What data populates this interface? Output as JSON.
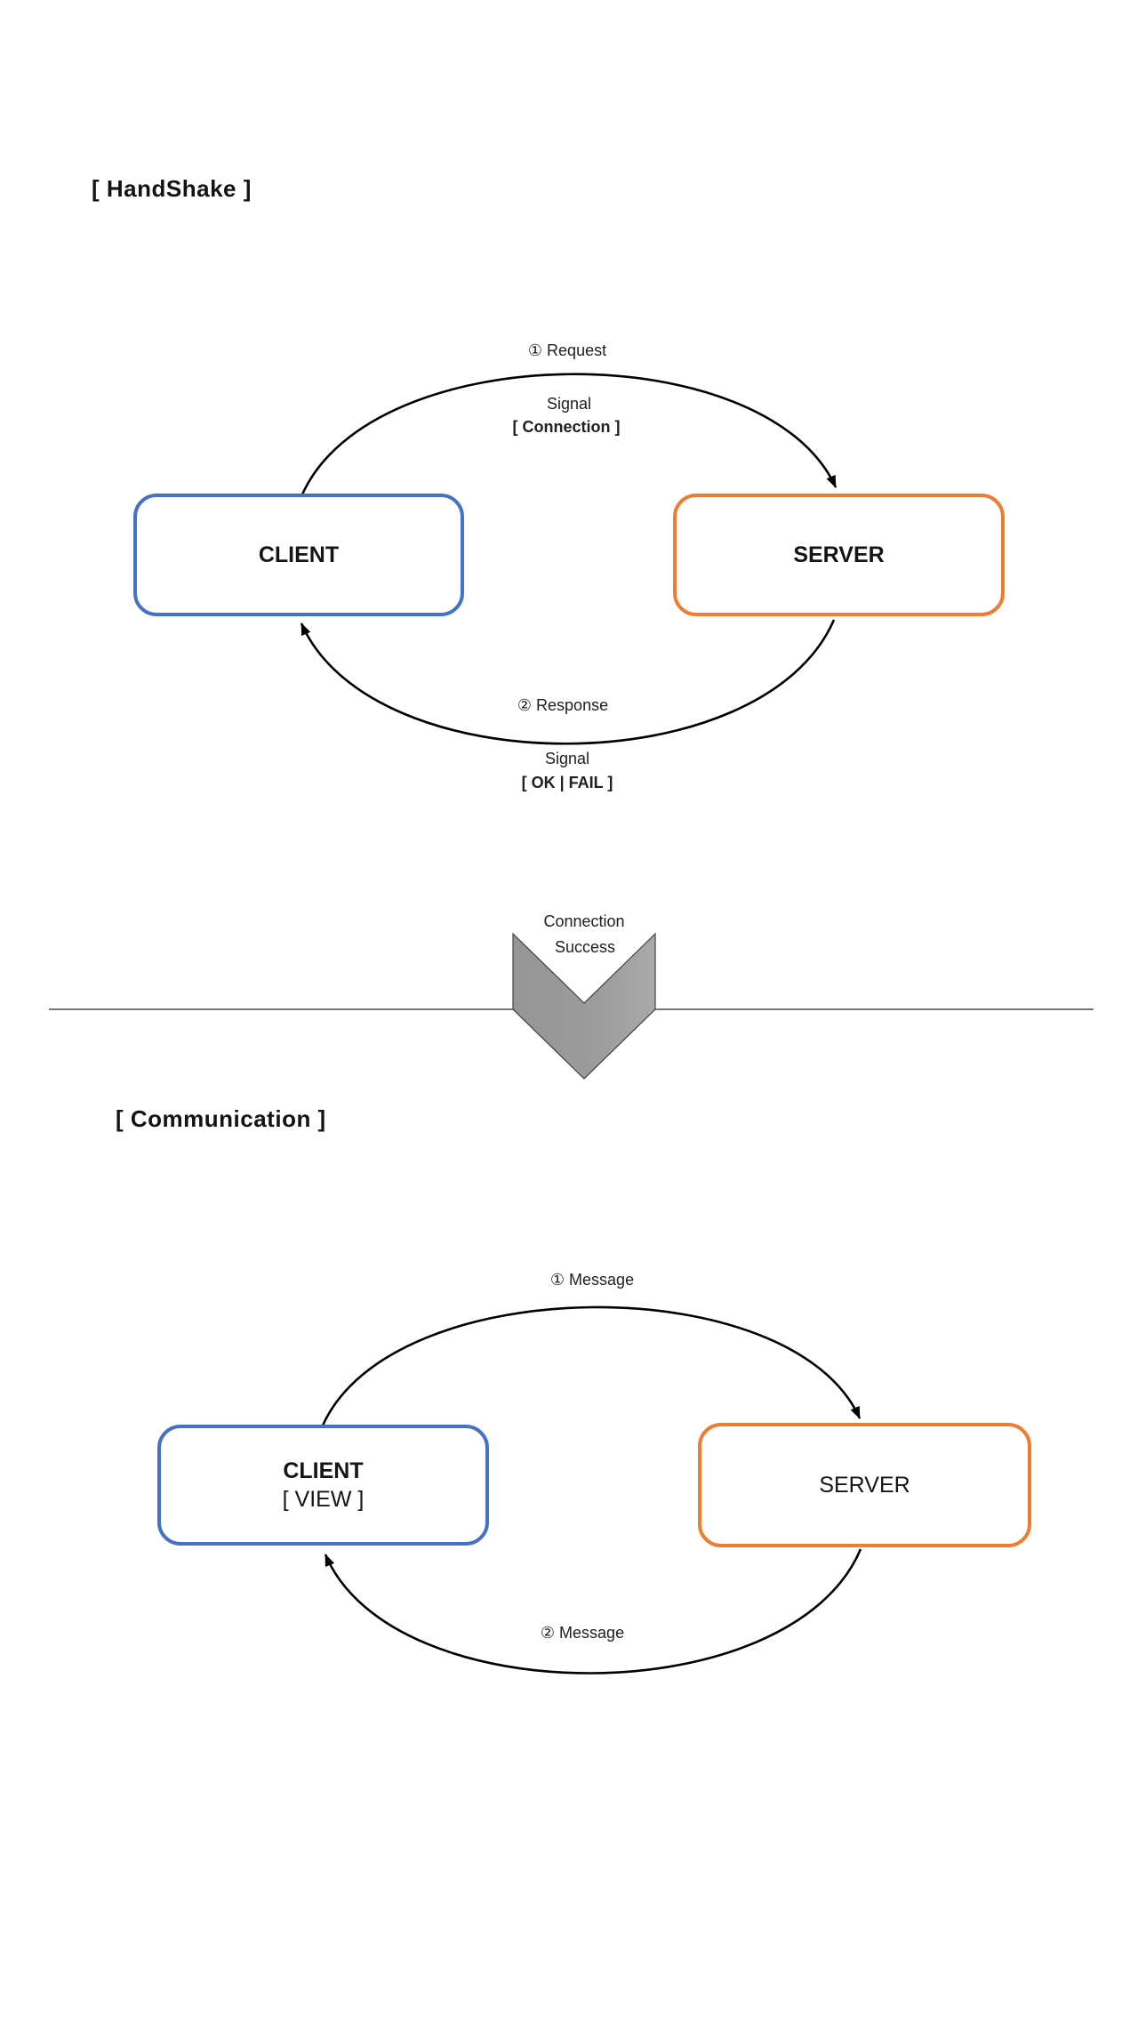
{
  "diagram": {
    "handshake": {
      "title": "[ HandShake ]",
      "client": "CLIENT",
      "server": "SERVER",
      "request_label": "① Request",
      "request_signal_title": "Signal",
      "request_signal_value": "[ Connection ]",
      "response_label": "② Response",
      "response_signal_title": "Signal",
      "response_signal_value": "[ OK | FAIL ]"
    },
    "transition": {
      "line1": "Connection",
      "line2": "Success"
    },
    "communication": {
      "title": "[ Communication ]",
      "client": "CLIENT",
      "client_sub": "[ VIEW ]",
      "server": "SERVER",
      "message_top_label": "① Message",
      "message_bottom_label": "② Message"
    },
    "colors": {
      "client_border": "#4472C4",
      "server_border": "#ED7D31",
      "arrow": "#000000",
      "chevron_fill_left": "#969696",
      "chevron_fill_right": "#a9a9a9",
      "chevron_outline": "#3f3f3f",
      "divider": "#4c4c4c"
    }
  }
}
